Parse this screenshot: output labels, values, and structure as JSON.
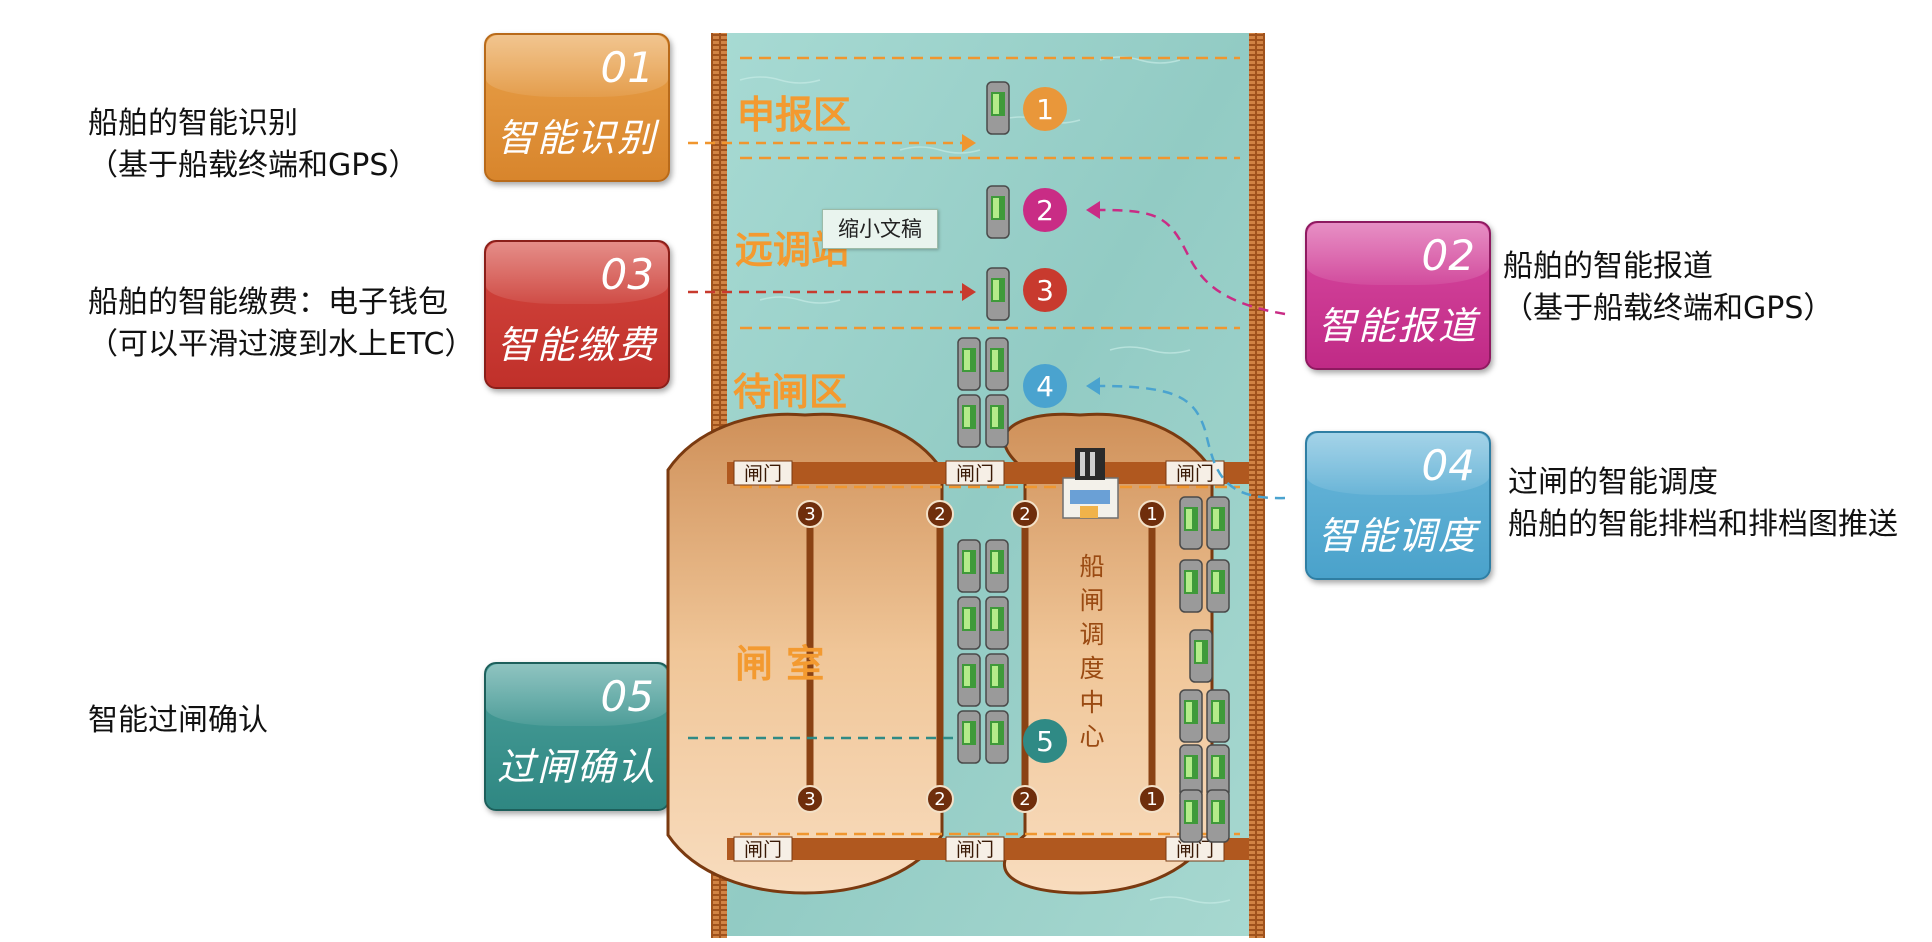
{
  "left_descriptions": [
    {
      "id": "identify",
      "lines": [
        "船舶的智能识别",
        "（基于船载终端和GPS）"
      ]
    },
    {
      "id": "payment",
      "lines": [
        "船舶的智能缴费：电子钱包",
        "（可以平滑过渡到水上ETC）"
      ]
    },
    {
      "id": "confirm",
      "lines": [
        "智能过闸确认"
      ]
    }
  ],
  "right_descriptions": [
    {
      "id": "report",
      "lines": [
        "船舶的智能报道",
        "（基于船载终端和GPS）"
      ]
    },
    {
      "id": "schedule",
      "lines": [
        "过闸的智能调度",
        "船舶的智能排档和排档图推送"
      ]
    }
  ],
  "cards": [
    {
      "id": "01",
      "num": "01",
      "title": "智能识别",
      "color_top": "#e9a14a",
      "color_bottom": "#d8852c",
      "border": "#b86a1a"
    },
    {
      "id": "02",
      "num": "02",
      "title": "智能报道",
      "color_top": "#d84aa0",
      "color_bottom": "#c02a86",
      "border": "#8e1a60"
    },
    {
      "id": "03",
      "num": "03",
      "title": "智能缴费",
      "color_top": "#d4473f",
      "color_bottom": "#c0302a",
      "border": "#8a1f1a"
    },
    {
      "id": "04",
      "num": "04",
      "title": "智能调度",
      "color_top": "#6cb8da",
      "color_bottom": "#4aa2cb",
      "border": "#2f7ea3"
    },
    {
      "id": "05",
      "num": "05",
      "title": "过闸确认",
      "color_top": "#4a9f9a",
      "color_bottom": "#2f8782",
      "border": "#1d5f5b"
    }
  ],
  "zones": {
    "declare": "申报区",
    "remote": "远调站",
    "waiting": "待闸区",
    "chamber": "闸 室",
    "center_chars": [
      "船",
      "闸",
      "调",
      "度",
      "中",
      "心"
    ]
  },
  "gate_label": "闸门",
  "step_markers": [
    {
      "num": "1",
      "color": "#e9973a"
    },
    {
      "num": "2",
      "color": "#c92c85"
    },
    {
      "num": "3",
      "color": "#c83a2e"
    },
    {
      "num": "4",
      "color": "#4aa3cf"
    },
    {
      "num": "5",
      "color": "#2f8a85"
    }
  ],
  "gate_markers": [
    "3",
    "2",
    "2",
    "1"
  ],
  "tooltip": "缩小文稿",
  "colors": {
    "water": "#9fd3cc",
    "wall": "#a2561f",
    "dash_orange": "#f0962e",
    "dash_magenta": "#c92c85",
    "dash_red": "#c83a2e",
    "dash_blue": "#4aa3cf",
    "dash_teal": "#2f8a85",
    "zone_text": "#f39a30",
    "center_text": "#9a4a12"
  }
}
